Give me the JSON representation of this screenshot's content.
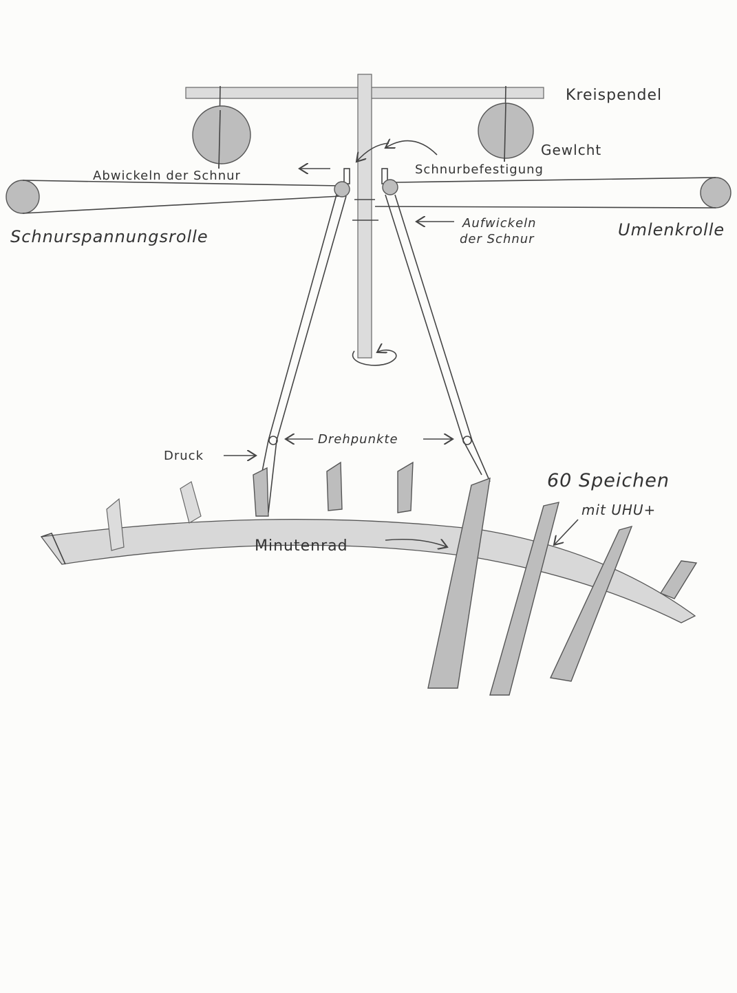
{
  "labels": {
    "kreispendel": "Kreispendel",
    "gewicht": "Gewlcht",
    "schnurbefestigung": "Schnurbefestigung",
    "abwickeln": "Abwickeln der Schnur",
    "schnurspannungsrolle": "Schnurspannungsrolle",
    "umlenkrolle": "Umlenkrolle",
    "aufwickeln_line1": "Aufwickeln",
    "aufwickeln_line2": "der Schnur",
    "drehpunkte": "Drehpunkte",
    "druck": "Druck",
    "speichen_line1": "60 Speichen",
    "speichen_line2": "mit UHU+",
    "minutenrad": "Minutenrad"
  }
}
